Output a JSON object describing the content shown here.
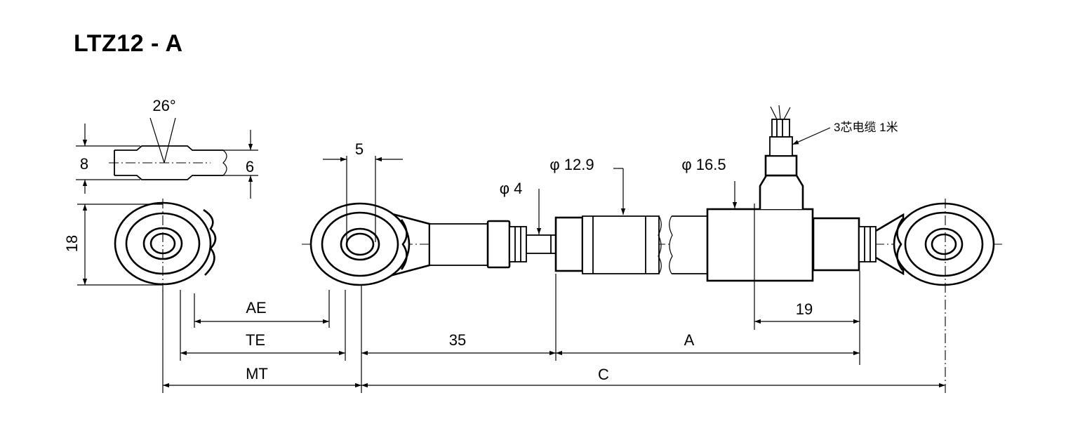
{
  "title": "LTZ12 - A",
  "labels": {
    "angle": "26°",
    "thickness_outer": "8",
    "thickness_inner": "6",
    "eye_height": "18",
    "ball_width": "5",
    "dia_4": "φ 4",
    "dia_12_9": "φ 12.9",
    "dia_16_5": "φ 16.5",
    "cable": "3芯电缆 1米",
    "ae": "AE",
    "te": "TE",
    "mt": "MT",
    "dim_35": "35",
    "dim_a": "A",
    "dim_19": "19",
    "dim_c": "C"
  }
}
